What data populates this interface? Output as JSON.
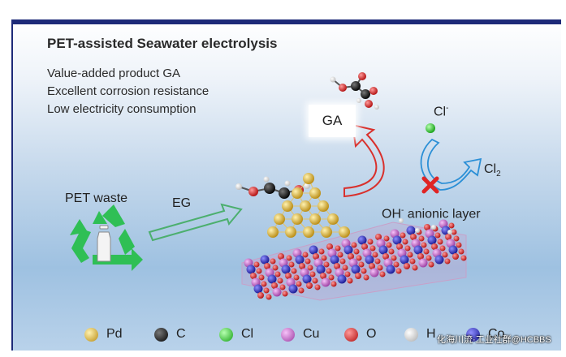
{
  "title": "PET-assisted Seawater electrolysis",
  "features": [
    "Value-added product GA",
    "Excellent corrosion resistance",
    "Low electricity consumption"
  ],
  "labels": {
    "pet_waste": "PET waste",
    "eg": "EG",
    "ga": "GA",
    "cl_minus": "Cl",
    "cl_minus_sup": "-",
    "cl2": "Cl",
    "cl2_sub": "2",
    "oh_layer": "OH",
    "oh_sup": "-",
    "oh_rest": " anionic layer"
  },
  "legend": [
    {
      "symbol": "Pd",
      "color": "#d9a520"
    },
    {
      "symbol": "C",
      "color": "#1a1a1a"
    },
    {
      "symbol": "Cl",
      "color": "#2ec52e"
    },
    {
      "symbol": "Cu",
      "color": "#cc5fd0"
    },
    {
      "symbol": "O",
      "color": "#dd2222"
    },
    {
      "symbol": "H",
      "color": "#ffffff"
    },
    {
      "symbol": "Co",
      "color": "#2a2adb"
    }
  ],
  "colors": {
    "recycle_green": "#2fbf55",
    "eg_arrow": "#4caf6e",
    "ga_arrow": "#d9302c",
    "blocked_arrow": "#2b8fd6",
    "block_mark": "#e02424"
  },
  "icons": [
    "recycle-icon",
    "bottle-icon",
    "block-x-icon"
  ],
  "watermark": "化海川流·工业社群@HCBBS"
}
